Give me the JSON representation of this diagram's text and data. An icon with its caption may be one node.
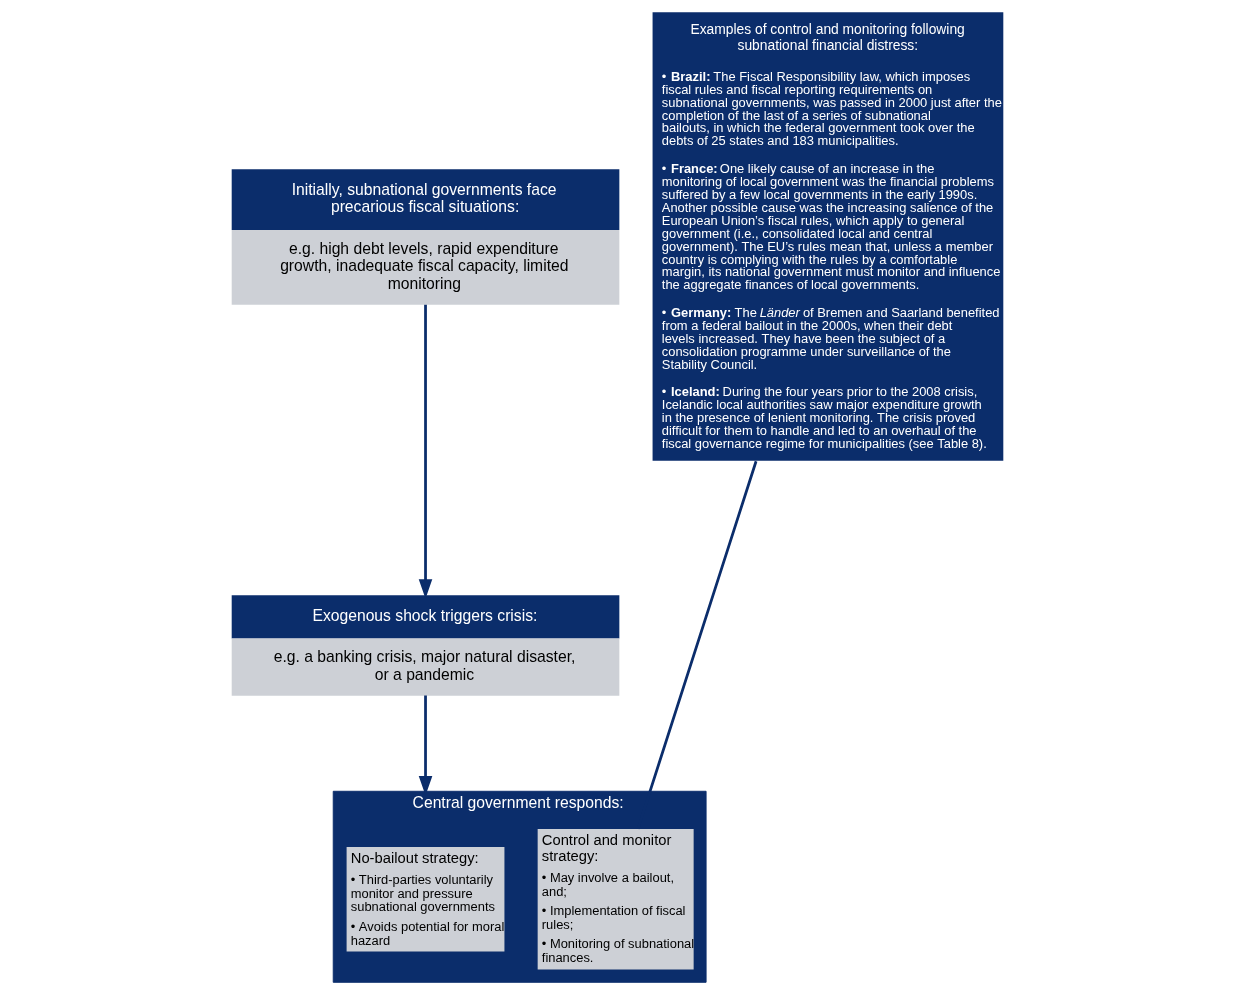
{
  "diagram": {
    "nodes": [
      {
        "text": [
          "Initially, subnational governments face precarious fiscal situations:",
          "e.g. high debt levels, rapid expenditure growth, inadequate fiscal capacity, limited monitoring"
        ]
      },
      {
        "text": [
          "Exogenous shock triggers crisis:",
          "e.g. a banking crisis, major natural disaster, or a pandemic"
        ]
      },
      {
        "text": [
          "Central government responds:"
        ]
      },
      {
        "text": [
          "No-bailout strategy:",
          "• Third-parties voluntarily monitor and pressure subnational governments",
          "• Avoids potential for moral hazard"
        ],
        "in": 2
      },
      {
        "text": [
          "Control and monitor strategy:",
          "• May involve a bailout, and;",
          "• Implementation of fiscal rules;",
          "• Monitoring of subnational finances."
        ],
        "in": 2
      },
      {
        "text": [
          "Examples of control and monitoring following subnational financial distress:",
          "• **Brazil:** The Fiscal Responsibility law, which imposes fiscal rules and fiscal reporting requirements on subnational governments, was passed in 2000 just after the completion of the last of a series of subnational bailouts, in which the federal government took over the debts of 25 states and 183 municipalities.",
          "• **France:** One likely cause of an increase in the monitoring of local government was the financial problems suffered by a few local governments in the early 1990s. Another possible cause was the increasing salience of the European Union’s fiscal rules, which apply to general government (i.e., consolidated local and central government). The EU’s rules mean that, unless a member country is complying with the rules by a comfortable margin, its national government must monitor and influence the aggregate finances of local governments.",
          "• **Germany:** The *Länder* of Bremen and Saarland benefited from a federal bailout in the 2000s, when their debt levels increased. They have been the subject of a consolidation programme under surveillance of the Stability Council.",
          "• **Iceland:** During the four years prior to the 2008 crisis, Icelandic local authorities saw major expenditure growth in the presence of lenient monitoring. The crisis proved difficult for them to handle and led to an overhaul of the fiscal governance regime for municipalities (see Table 8)."
        ]
      }
    ],
    "edges": [
      {
        "from": 0,
        "to": 1,
        "arrow": "to"
      },
      {
        "from": 1,
        "to": 2,
        "arrow": "to"
      },
      {
        "from": 4,
        "to": 5,
        "arrow": "none"
      }
    ]
  }
}
